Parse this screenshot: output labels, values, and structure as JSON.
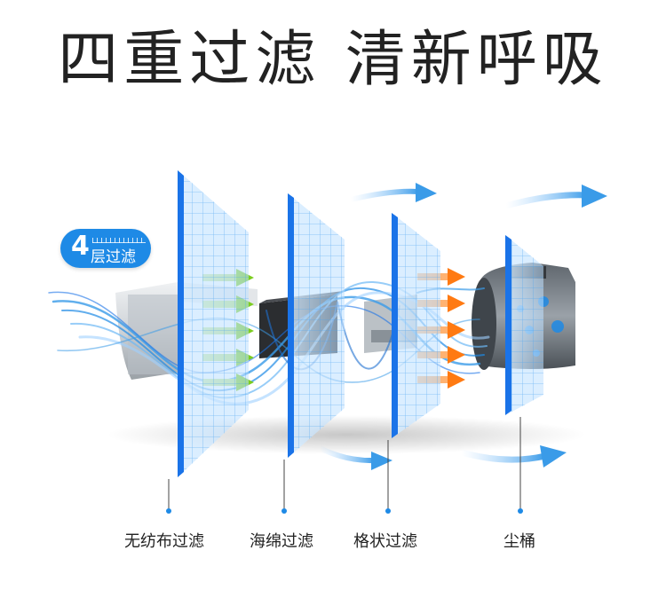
{
  "title": "四重过滤 清新呼吸",
  "badge": {
    "number": "4",
    "text": "层过滤"
  },
  "labels": [
    "无纺布过滤",
    "海绵过滤",
    "格状过滤",
    "尘桶"
  ],
  "colors": {
    "accent": "#1e8ae6",
    "panel_edge": "#1a73e8",
    "green_arrow": "#7ccd1f",
    "orange_arrow": "#ff7a12",
    "airflow": "#3a9be8"
  }
}
